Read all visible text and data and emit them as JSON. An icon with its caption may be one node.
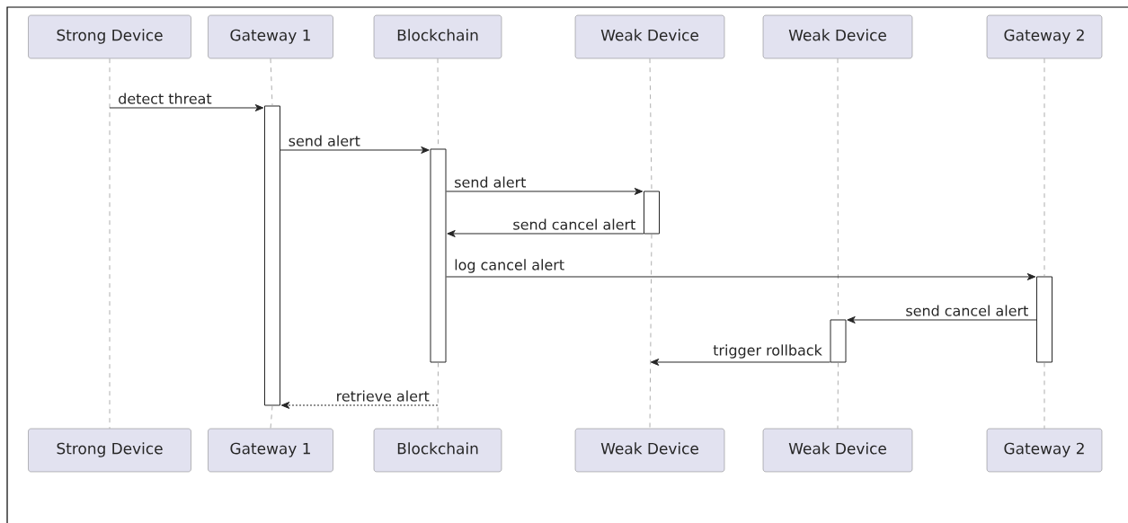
{
  "diagram": {
    "nodes": [
      {
        "text": [
          "Strong Device"
        ]
      },
      {
        "text": [
          "Gateway 1"
        ]
      },
      {
        "text": [
          "Blockchain"
        ]
      },
      {
        "text": [
          "Weak Device"
        ]
      },
      {
        "text": [
          "Weak Device"
        ]
      },
      {
        "text": [
          "Gateway 2"
        ]
      },
      {
        "text": [
          "Strong Device"
        ]
      },
      {
        "text": [
          "Gateway 1"
        ]
      },
      {
        "text": [
          "Blockchain"
        ]
      },
      {
        "text": [
          "Weak Device"
        ]
      },
      {
        "text": [
          "Weak Device"
        ]
      },
      {
        "text": [
          "Gateway 2"
        ]
      },
      {
        "text": [],
        "shape": "bar"
      },
      {
        "text": [],
        "shape": "bar"
      },
      {
        "text": [],
        "shape": "bar"
      },
      {
        "text": [],
        "shape": "bar"
      },
      {
        "text": [],
        "shape": "bar"
      }
    ],
    "edges": [
      {
        "from": 0,
        "to": 6,
        "arrow": "none",
        "style": "dashed"
      },
      {
        "from": 1,
        "to": 12,
        "arrow": "none",
        "style": "dashed"
      },
      {
        "from": 12,
        "to": 7,
        "arrow": "none",
        "style": "dashed"
      },
      {
        "from": 2,
        "to": 13,
        "arrow": "none",
        "style": "dashed"
      },
      {
        "from": 13,
        "to": 8,
        "arrow": "none",
        "style": "dashed"
      },
      {
        "from": 3,
        "to": 14,
        "arrow": "none",
        "style": "dashed"
      },
      {
        "from": 14,
        "to": 9,
        "arrow": "none",
        "style": "dashed"
      },
      {
        "from": 4,
        "to": 15,
        "arrow": "none",
        "style": "dashed"
      },
      {
        "from": 15,
        "to": 10,
        "arrow": "none",
        "style": "dashed"
      },
      {
        "from": 5,
        "to": 16,
        "arrow": "none",
        "style": "dashed"
      },
      {
        "from": 16,
        "to": 11,
        "arrow": "none",
        "style": "dashed"
      },
      {
        "from": null,
        "to": 12,
        "arrow": "to",
        "label": "detect threat",
        "color": "#262626"
      },
      {
        "from": 12,
        "to": 13,
        "arrow": "to",
        "label": "send alert",
        "color": "#262626"
      },
      {
        "from": 13,
        "to": 14,
        "arrow": "to",
        "label": "send alert",
        "color": "#262626"
      },
      {
        "from": 14,
        "to": 13,
        "arrow": "to",
        "label": "send cancel alert",
        "color": "#262626"
      },
      {
        "from": 13,
        "to": 16,
        "arrow": "to",
        "label": "log cancel alert",
        "color": "#262626"
      },
      {
        "from": 16,
        "to": 15,
        "arrow": "to",
        "label": "send cancel alert",
        "color": "#262626"
      },
      {
        "from": 15,
        "to": null,
        "arrow": "to",
        "label": "trigger rollback",
        "color": "#262626"
      },
      {
        "from": null,
        "to": 12,
        "arrow": "to",
        "label": "retrieve alert",
        "style": "dashed",
        "color": "#262626"
      }
    ]
  }
}
